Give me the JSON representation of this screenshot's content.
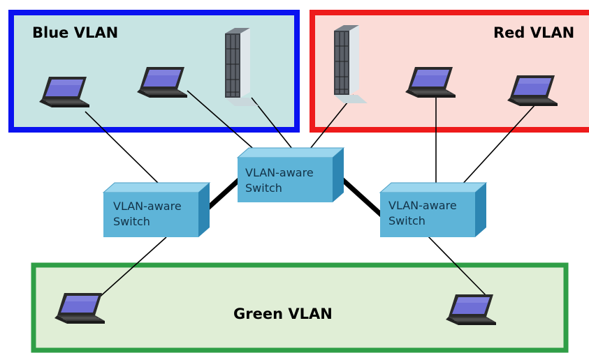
{
  "vlans": {
    "blue": {
      "label": "Blue VLAN",
      "fill": "#c7e4e3",
      "border": "#0a12f0"
    },
    "red": {
      "label": "Red VLAN",
      "fill": "#fbdcd7",
      "border": "#ee1b1b"
    },
    "green": {
      "label": "Green VLAN",
      "fill": "#e0eed6",
      "border": "#2f9e46"
    }
  },
  "switches": {
    "left": {
      "line1": "VLAN-aware",
      "line2": "Switch"
    },
    "center": {
      "line1": "VLAN-aware",
      "line2": "Switch"
    },
    "right": {
      "line1": "VLAN-aware",
      "line2": "Switch"
    }
  },
  "colors": {
    "switch_front": "#5eb4d8",
    "switch_top": "#9bd6ee",
    "switch_side": "#2d86b3",
    "link": "#000000",
    "trunk": "#000000",
    "laptop_screen": "#6f6fd6"
  },
  "icons": {
    "laptop": "laptop-icon",
    "server": "server-icon",
    "switch": "switch-icon"
  }
}
